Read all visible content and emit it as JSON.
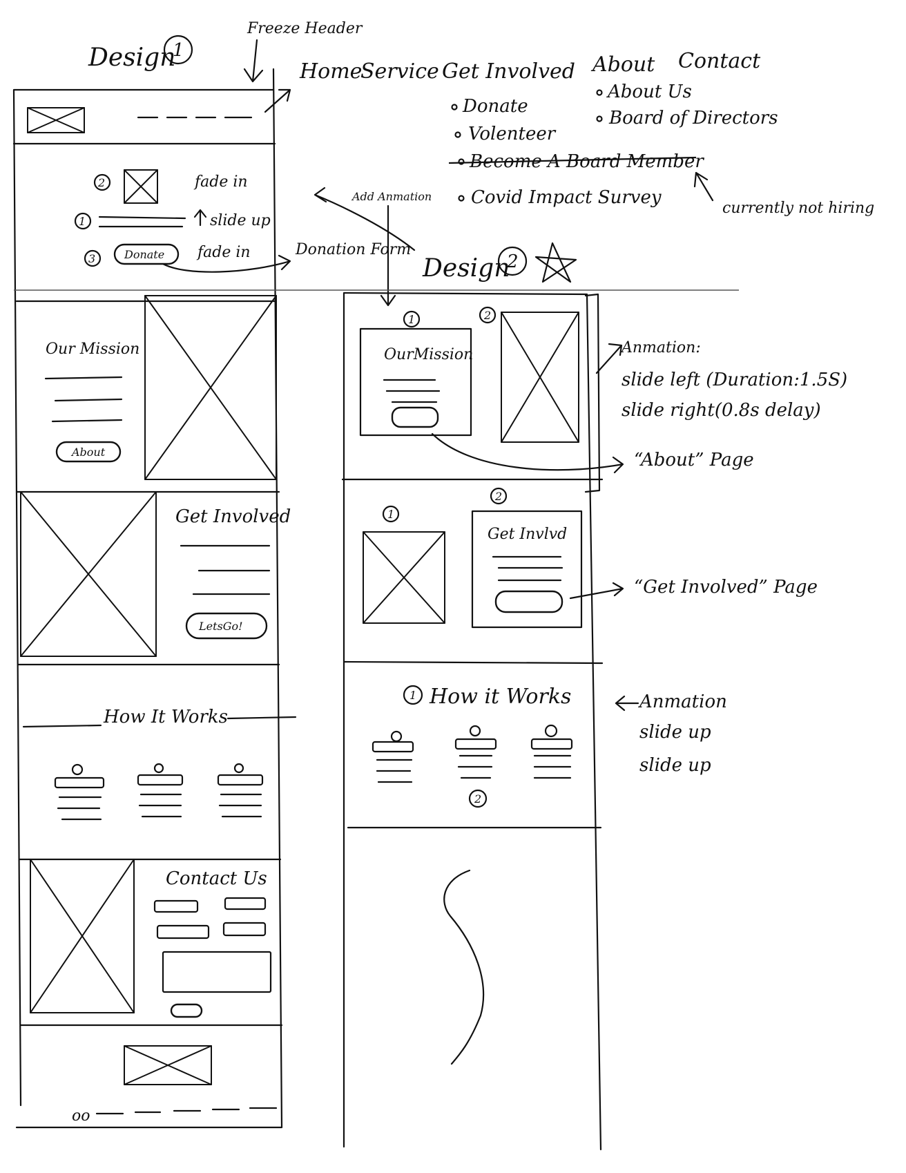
{
  "design1": {
    "title": "Design",
    "number": "1",
    "freeze_header_note": "Freeze Header",
    "nav": [
      "Home",
      "Service",
      "Get Involved",
      "About",
      "Contact"
    ],
    "get_involved_sub": [
      "Donate",
      "Volenteer",
      "Become A Board Member",
      "Covid Impact Survey"
    ],
    "about_sub": [
      "About Us",
      "Board of Directors"
    ],
    "not_hiring_note": "currently not hiring",
    "add_animation_note": "Add Anmation",
    "hero": {
      "markers": [
        "2",
        "1",
        "3"
      ],
      "image_note": "fade in",
      "heading_note": "slide up",
      "donate_button": "Donate",
      "donate_note": "fade in",
      "donation_form_note": "Donation Form"
    },
    "mission": {
      "title": "Our Mission",
      "button": "About"
    },
    "get_involved": {
      "title": "Get Involved",
      "button": "LetsGo!"
    },
    "how_it_works": {
      "title": "How It Works"
    },
    "contact": {
      "title": "Contact Us"
    },
    "footer": {
      "dots": "oo"
    }
  },
  "design2": {
    "title": "Design",
    "number": "2",
    "mission": {
      "title": "OurMission",
      "markers": [
        "1",
        "2"
      ]
    },
    "get_involved": {
      "title": "Get Invlvd",
      "markers": [
        "1",
        "2"
      ]
    },
    "how_it_works": {
      "title": "How it Works",
      "markers": [
        "1",
        "2"
      ]
    },
    "notes": {
      "animation_title": "Anmation:",
      "anim_1": "slide left (Duration:1.5S)",
      "anim_2": "slide right(0.8s delay)",
      "about_page": "“About” Page",
      "get_involved_page": "“Get Involved” Page",
      "anim2_title": "Anmation",
      "anim2_1": "slide up",
      "anim2_2": "slide up"
    }
  }
}
